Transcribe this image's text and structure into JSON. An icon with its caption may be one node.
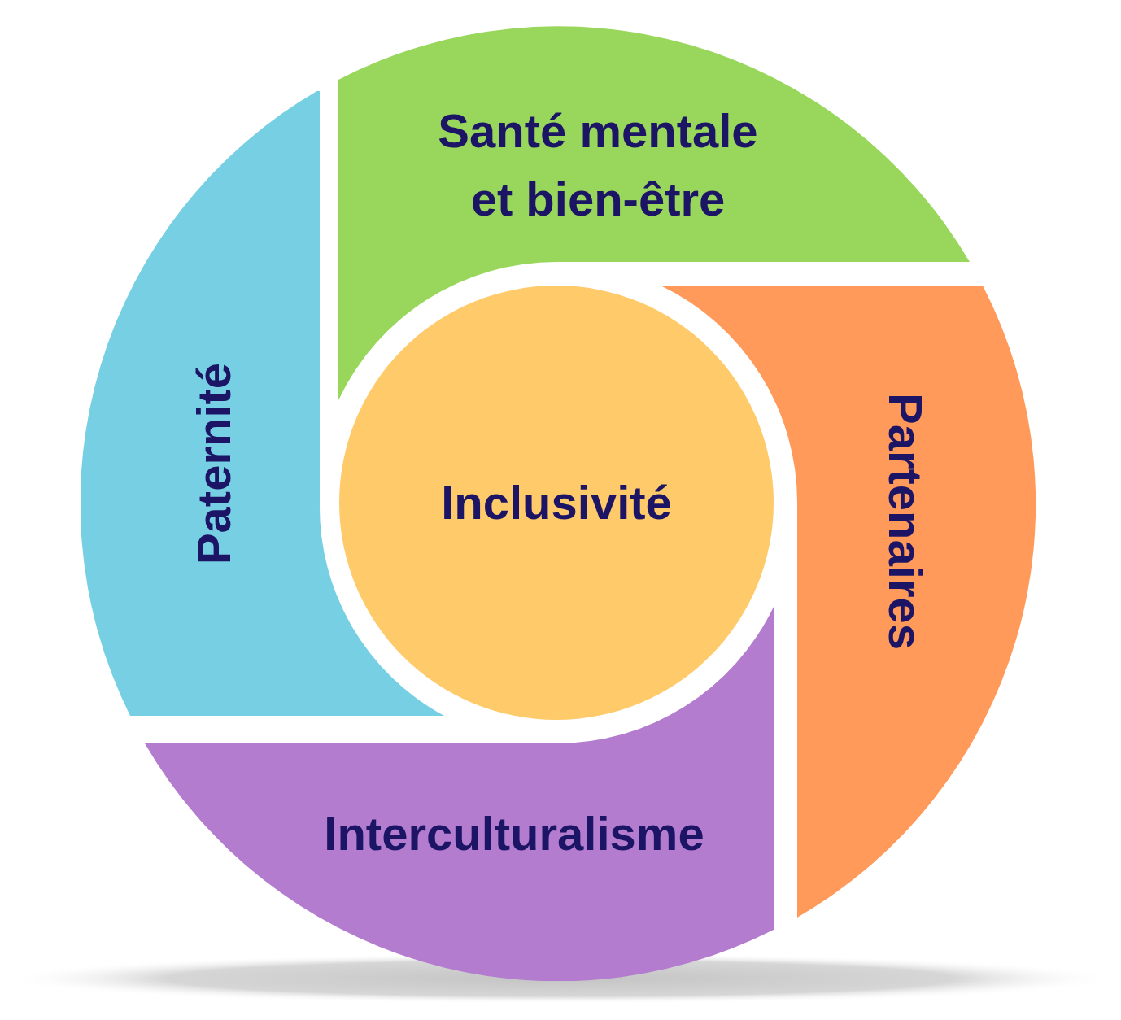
{
  "diagram": {
    "nodes": [
      {
        "text": [
          "Santé mentale et bien-être"
        ]
      },
      {
        "text": [
          "Paternité"
        ]
      },
      {
        "text": [
          "Inclusivité"
        ]
      },
      {
        "text": [
          "Partenaires"
        ]
      },
      {
        "text": [
          "Interculturalisme"
        ]
      }
    ]
  }
}
